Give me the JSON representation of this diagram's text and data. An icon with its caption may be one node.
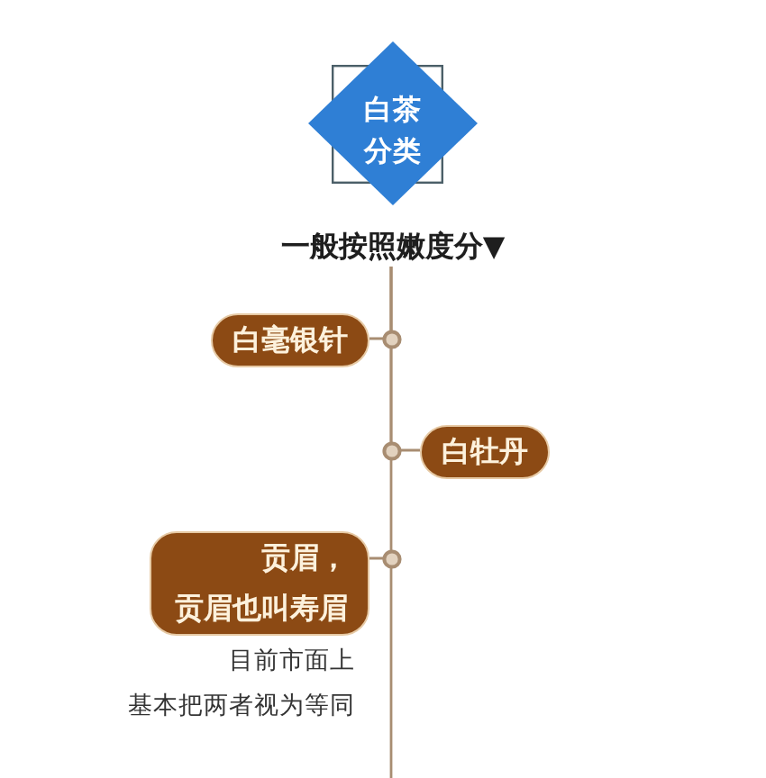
{
  "diagram": {
    "nodes": [
      {
        "text": [
          "白茶分类",
          "一般按照嫩度分▼"
        ]
      },
      {
        "text": [
          "白毫银针"
        ]
      },
      {
        "text": [
          "白牡丹"
        ]
      },
      {
        "text": [
          "贡眉，贡眉也叫寿眉"
        ],
        "beside": [
          "目前市面上基本把两者视为等同"
        ]
      }
    ],
    "edges": [
      {
        "from": 0,
        "to": 1,
        "arrow": "none"
      },
      {
        "from": 0,
        "to": 2,
        "arrow": "none"
      },
      {
        "from": 0,
        "to": 3,
        "arrow": "none"
      }
    ]
  }
}
